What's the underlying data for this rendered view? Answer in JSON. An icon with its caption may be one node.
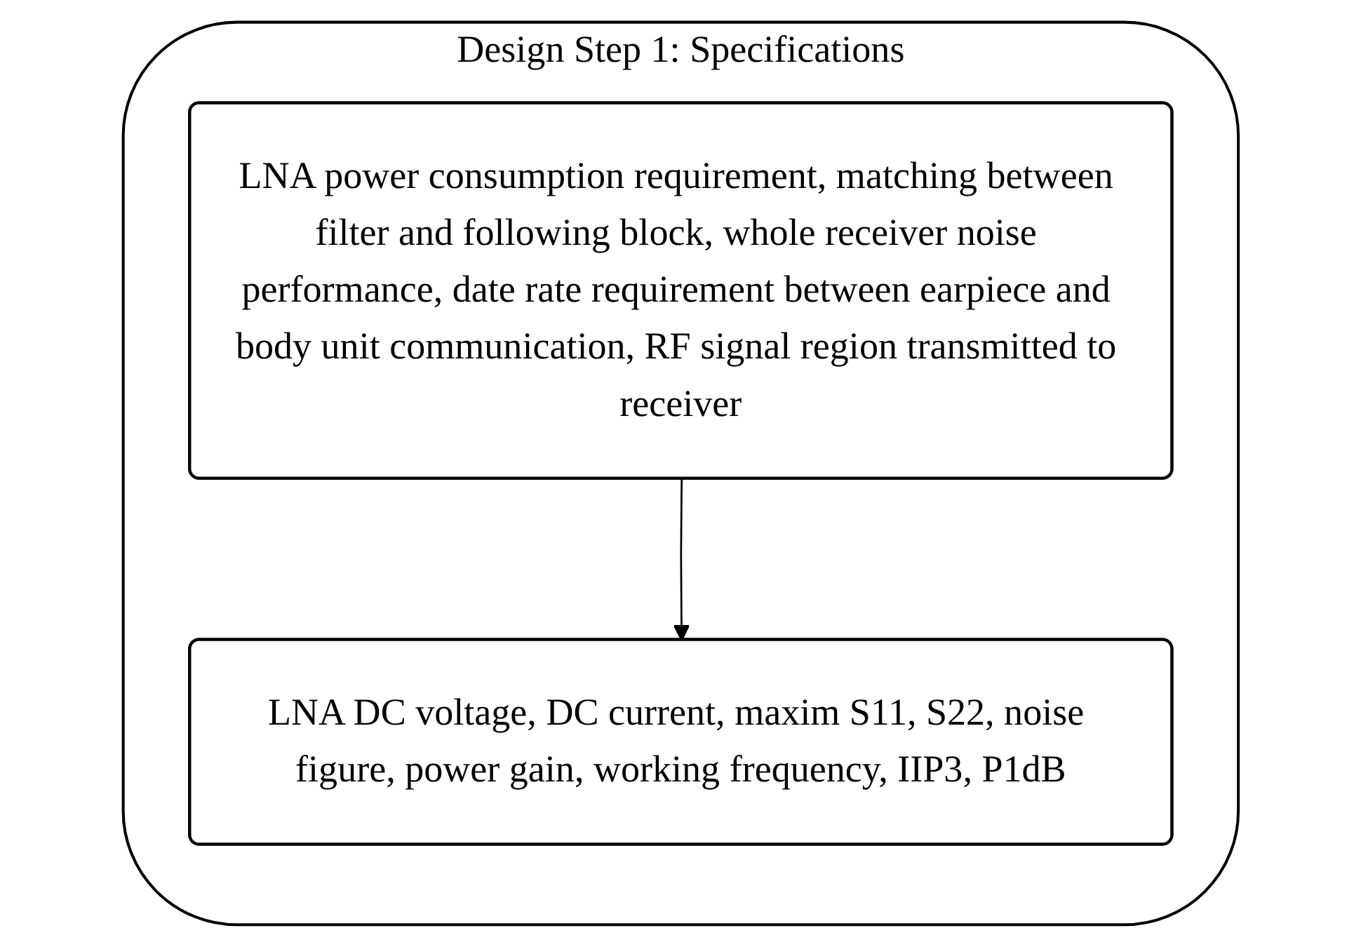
{
  "diagram": {
    "nodes": [
      {
        "text": [
          "Design Step 1: Specifications"
        ]
      },
      {
        "text": [
          "LNA power consumption requirement, matching between filter and following block, whole receiver noise performance, date rate requirement between earpiece and body unit communication, RF signal region transmitted to receiver"
        ],
        "in": 0
      },
      {
        "text": [
          "LNA DC voltage, DC current, maxim S11, S22, noise figure, power gain, working frequency, IIP3, P1dB"
        ],
        "in": 0
      }
    ],
    "edges": [
      {
        "from": 1,
        "to": 2,
        "arrow": "to"
      }
    ]
  }
}
